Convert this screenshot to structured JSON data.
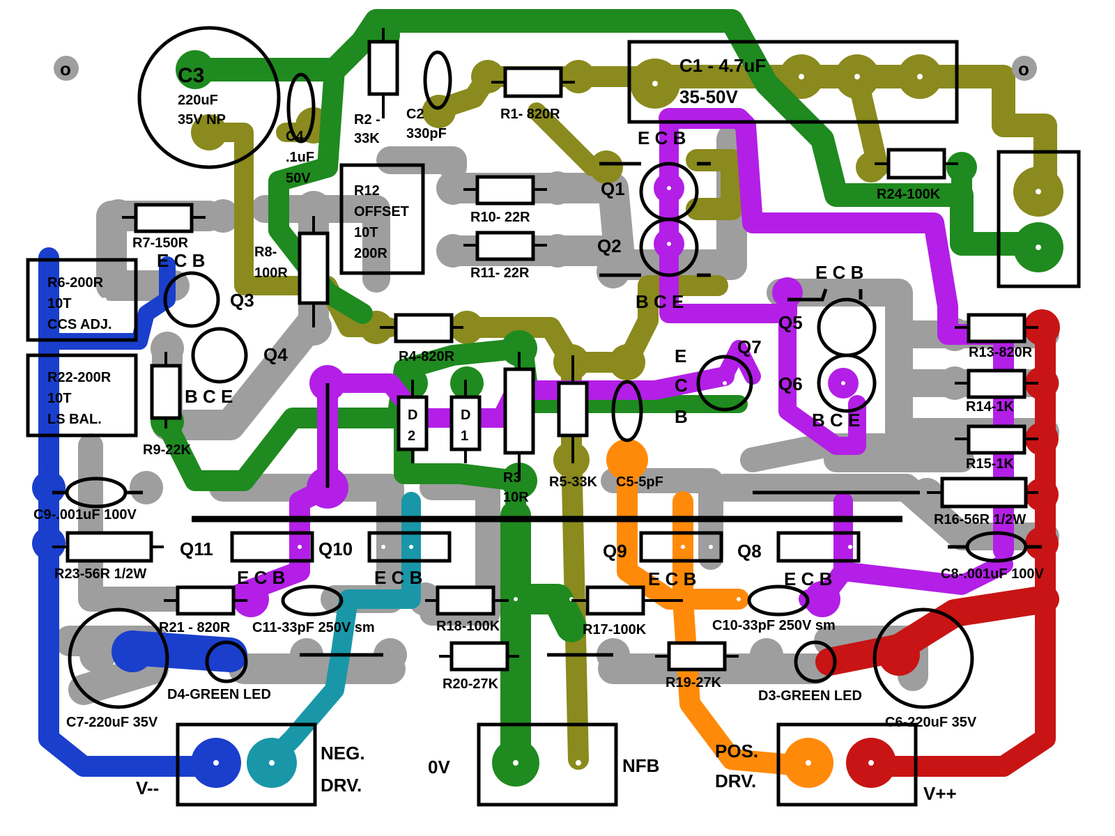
{
  "colors": {
    "negative_supply": "#1a3fcc",
    "positive_supply": "#c81414",
    "ground": "#1f8a1f",
    "feedback": "#8a8a1e",
    "neg_drive": "#1997a8",
    "pos_drive": "#ff8a0a",
    "signal": "#b31fe6",
    "pad_grey": "#9e9e9e"
  },
  "labels": {
    "c3_name": "C3",
    "c3_val1": "220uF",
    "c3_val2": "35V NP",
    "c4_name": "C4",
    "c4_val1": ".1uF",
    "c4_val2": "50V",
    "r2_name": "R2 -",
    "r2_val": "33K",
    "c2_name": "C2",
    "c2_val": "330pF",
    "r1": "R1- 820R",
    "c1_name": "C1 - 4.7uF",
    "c1_val": "35-50V",
    "r24": "R24-100K",
    "r12_l1": "R12",
    "r12_l2": "OFFSET",
    "r12_l3": "10T",
    "r12_l4": "200R",
    "r10": "R10- 22R",
    "r11": "R11- 22R",
    "q1": "Q1",
    "q2": "Q2",
    "q1_pins": "E C B",
    "q2_pins": "B C E",
    "r7": "R7-150R",
    "r8_l1": "R8-",
    "r8_l2": "100R",
    "r6_l1": "R6-200R",
    "r6_l2": "10T",
    "r6_l3": "CCS ADJ.",
    "q3": "Q3",
    "q3_pins": "E C B",
    "q4": "Q4",
    "q4_pins": "B C E",
    "r22_l1": "R22-200R",
    "r22_l2": "10T",
    "r22_l3": "LS BAL.",
    "r9": "R9-22K",
    "r4": "R4-820R",
    "d2_l1": "D",
    "d2_l2": "2",
    "d1_l1": "D",
    "d1_l2": "1",
    "r3_l1": "R3",
    "r3_l2": "10R",
    "r5": "R5-33K",
    "c5": "C5-5pF",
    "q7": "Q7",
    "q7_e": "E",
    "q7_c": "C",
    "q7_b": "B",
    "q5": "Q5",
    "q6": "Q6",
    "q5_pins": "E C B",
    "q6_pins": "B C E",
    "r13": "R13-820R",
    "r14": "R14-1K",
    "r15": "R15-1K",
    "r16": "R16-56R 1/2W",
    "c8": "C8-.001uF 100V",
    "c9": "C9-.001uF 100V",
    "r23": "R23-56R 1/2W",
    "q11": "Q11",
    "q10": "Q10",
    "q9": "Q9",
    "q8": "Q8",
    "pins_ecb": "E C B",
    "r21": "R21 - 820R",
    "c11": "C11-33pF 250V sm",
    "r18": "R18-100K",
    "r17": "R17-100K",
    "c10": "C10-33pF 250V sm",
    "r20": "R20-27K",
    "r19": "R19-27K",
    "d4": "D4-GREEN LED",
    "d3": "D3-GREEN LED",
    "c7": "C7-220uF 35V",
    "c6": "C6-220uF 35V",
    "neg_l1": "NEG.",
    "neg_l2": "DRV.",
    "zero_v": "0V",
    "nfb": "NFB",
    "pos_l1": "POS.",
    "pos_l2": "DRV.",
    "v_minus": "V--",
    "v_plus": "V++",
    "mount_hole": "o"
  }
}
